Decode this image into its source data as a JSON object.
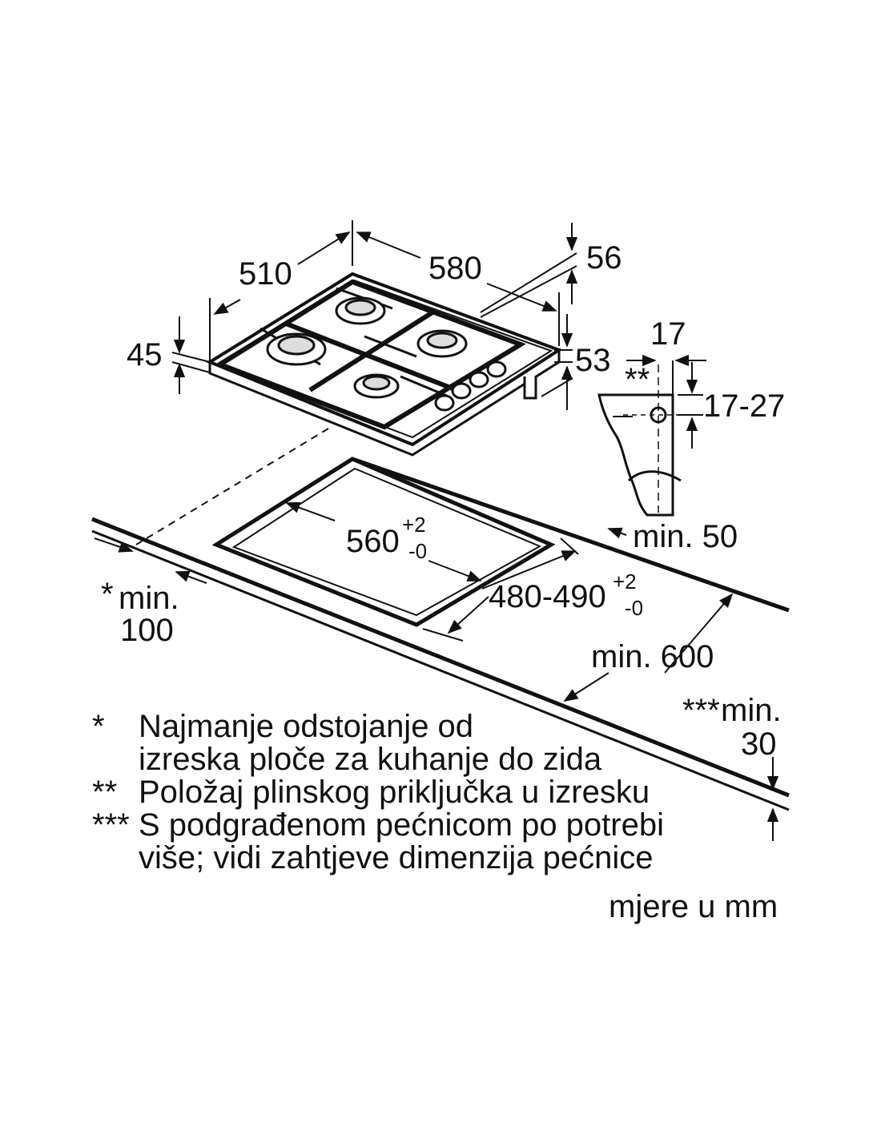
{
  "dimensions": {
    "depth_510": "510",
    "width_580": "580",
    "height_45": "45",
    "offset_56": "56",
    "offset_53": "53",
    "gas_17": "17",
    "gas_17_27": "17-27",
    "gas_marker": "**",
    "wall_min_50": "min. 50",
    "cutout_width": "560",
    "cutout_width_tol_plus": "+2",
    "cutout_width_tol_minus": "-0",
    "cutout_depth": "480-490",
    "cutout_depth_tol_plus": "+2",
    "cutout_depth_tol_minus": "-0",
    "rear_star": "*",
    "rear_min": "min.",
    "rear_value": "100",
    "front_min_600": "min. 600",
    "bottom_stars": "***",
    "bottom_min": "min.",
    "bottom_value": "30"
  },
  "legend": [
    {
      "mark": "*",
      "lines": [
        "Najmanje odstojanje od",
        "izreska ploče za kuhanje do zida"
      ]
    },
    {
      "mark": "**",
      "lines": [
        "Položaj plinskog priključka u izresku"
      ]
    },
    {
      "mark": "***",
      "lines": [
        "S podgrađenom pećnicom po potrebi",
        "više; vidi zahtjeve dimenzija pećnice"
      ]
    }
  ],
  "units": "mjere u mm"
}
